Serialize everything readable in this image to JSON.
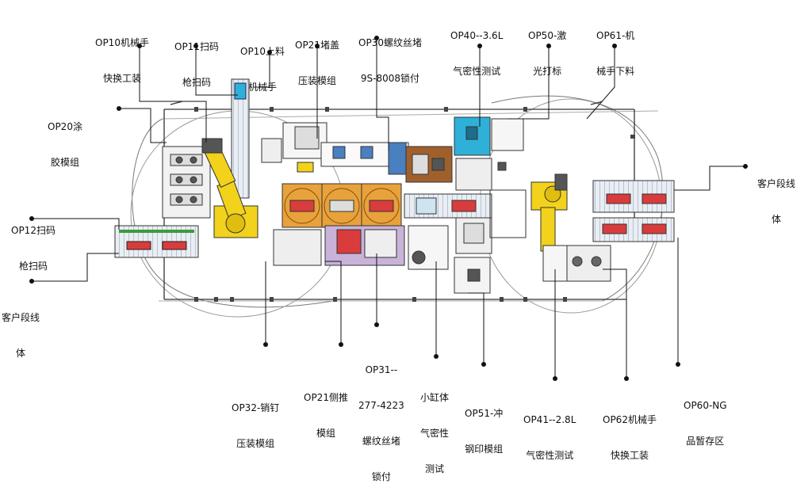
{
  "labels": {
    "op10_tool": [
      "OP10机械手",
      "快换工装"
    ],
    "op11_scan": [
      "OP11扫码",
      "枪扫码"
    ],
    "op10_load": [
      "OP10上料",
      "机械手"
    ],
    "op21_cap": [
      "OP21堵盖",
      "压装模组"
    ],
    "op30_screw": [
      "OP30螺纹丝堵",
      "9S-8008锁付"
    ],
    "op40_air": [
      "OP40--3.6L",
      "气密性测试"
    ],
    "op50_laser": [
      "OP50-激",
      "光打标"
    ],
    "op61_unload": [
      "OP61-机",
      "械手下料"
    ],
    "op20_glue": [
      "OP20涂",
      "胶模组"
    ],
    "customer_right": [
      "客户段线",
      "体"
    ],
    "op12_scan": [
      "OP12扫码",
      "枪扫码"
    ],
    "customer_left": [
      "客户段线",
      "体"
    ],
    "op32_pin": [
      "OP32-销钉",
      "压装模组"
    ],
    "op21_side": [
      "OP21侧推",
      "模组"
    ],
    "op31_screw": [
      "OP31--",
      "277-4223",
      "螺纹丝堵",
      "锁付"
    ],
    "small_cyl": [
      "小缸体",
      "气密性",
      "测试"
    ],
    "op51_stamp": [
      "OP51-冲",
      "钢印模组"
    ],
    "op41_air": [
      "OP41--2.8L",
      "气密性测试"
    ],
    "op62_tool": [
      "OP62机械手",
      "快换工装"
    ],
    "op60_ng": [
      "OP60-NG",
      "品暂存区"
    ]
  },
  "colors": {
    "robot": "#f2d21b",
    "fixture_orange": "#e8a23c",
    "conveyor_blue": "#4a7fc0",
    "test_cyan": "#2fb0d8",
    "red_part": "#d83c3c",
    "green_part": "#3c9a3c",
    "brown_base": "#a0602c"
  }
}
